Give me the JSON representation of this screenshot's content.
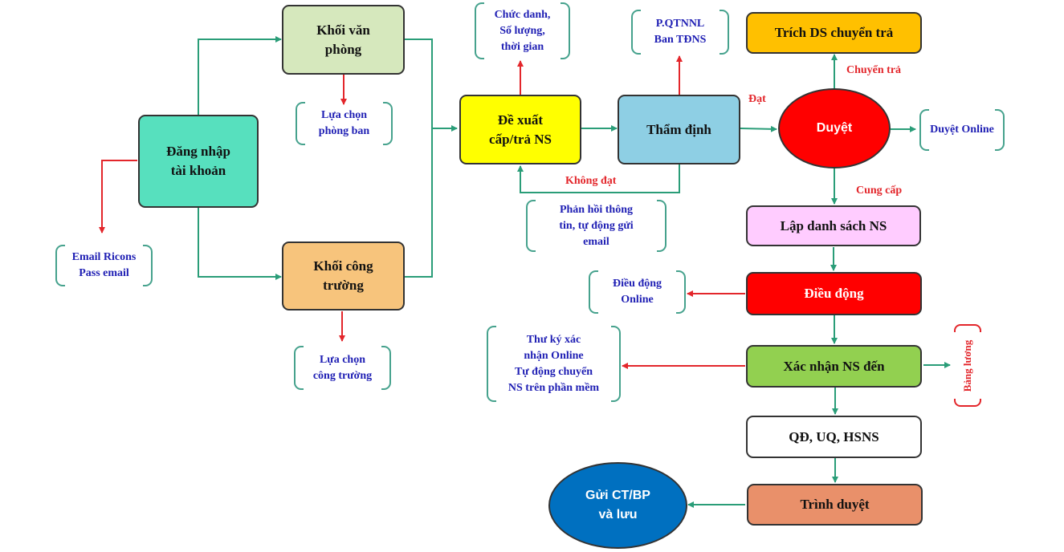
{
  "nodes": {
    "dang_nhap": "Đăng nhập\ntài khoản",
    "khoi_van_phong": "Khối văn\nphòng",
    "khoi_cong_truong": "Khối công\ntrường",
    "de_xuat": "Đề xuất\ncấp/trả NS",
    "tham_dinh": "Thẩm định",
    "duyet": "Duyệt",
    "trich_ds": "Trích DS chuyển trả",
    "lap_danh_sach": "Lập danh sách NS",
    "dieu_dong": "Điều động",
    "xac_nhan": "Xác nhận NS đến",
    "qd_uq": "QĐ, UQ, HSNS",
    "trinh_duyet": "Trình duyệt",
    "gui_ct": "Gửi CT/BP\nvà lưu"
  },
  "notes": {
    "email": "Email Ricons\nPass email",
    "lua_chon_phong_ban": "Lựa chọn\nphòng ban",
    "lua_chon_cong_truong": "Lựa chọn\ncông trường",
    "chuc_danh": "Chức danh,\nSố lượng,\nthời gian",
    "pqtnnl": "P.QTNNL\nBan TĐNS",
    "phan_hoi": "Phản hồi  thông\ntin, tự động gửi\nemail",
    "duyet_online": "Duyệt Online",
    "dieu_dong_online": "Điều động\nOnline",
    "thu_ky": "Thư ký xác\nnhận Online\nTự động chuyển\nNS trên phần mềm",
    "bang_luong": "Bảng lương"
  },
  "edge_labels": {
    "dat": "Đạt",
    "khong_dat": "Không đạt",
    "chuyen_tra": "Chuyển trả",
    "cung_cap": "Cung cấp"
  },
  "colors": {
    "flow_arrow": "#2a9d78",
    "note_arrow": "#e3262b",
    "note_text": "#1f1fb4",
    "label_text": "#e3262b",
    "dang_nhap": "#57e0be",
    "khoi_van_phong": "#d6e8bd",
    "khoi_cong_truong": "#f7c47c",
    "de_xuat": "#ffff00",
    "tham_dinh": "#8ecfe4",
    "duyet": "#ff0000",
    "trich_ds": "#ffc000",
    "lap_danh_sach": "#ffccff",
    "dieu_dong": "#ff0000",
    "xac_nhan": "#92d050",
    "qd_uq": "#ffffff",
    "trinh_duyet": "#e9906a",
    "gui_ct": "#0070c0"
  }
}
